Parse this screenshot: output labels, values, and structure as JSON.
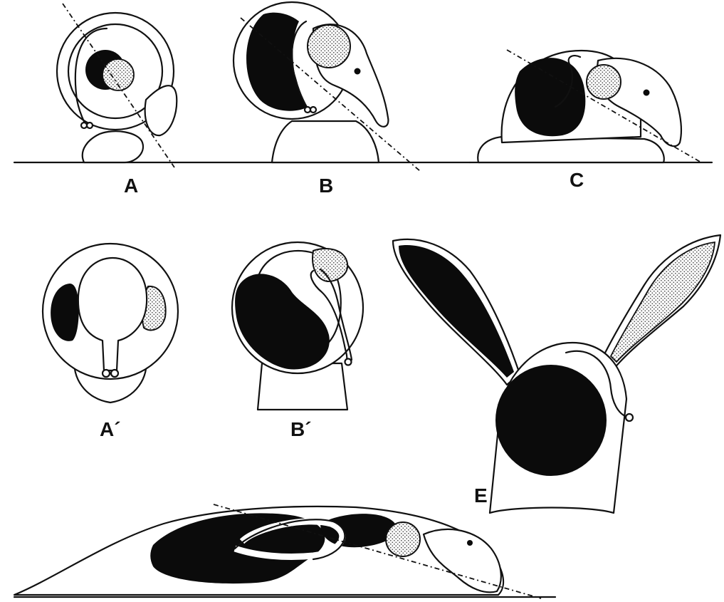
{
  "labels": {
    "a": "A",
    "b": "B",
    "c": "C",
    "a_prime": "A´",
    "b_prime": "B´",
    "e": "E"
  },
  "colors": {
    "ink": "#111111",
    "filled_region": "#0b0b0b",
    "stippled_region": "#d9d9d9"
  },
  "icons": [
    "dot-stipple-pattern"
  ]
}
